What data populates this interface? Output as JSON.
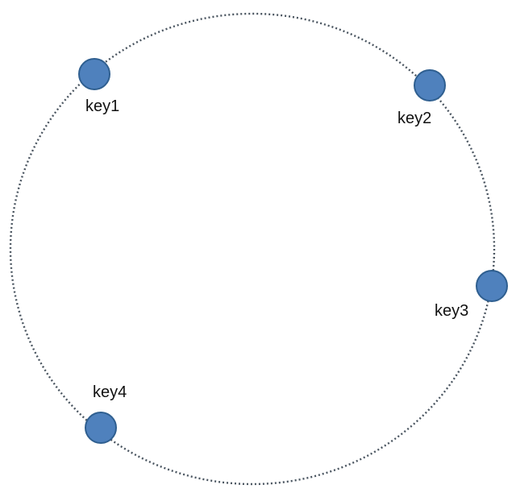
{
  "colors": {
    "node_fill": "#4f81bd",
    "node_stroke": "#2f5f90",
    "ring": "#4a5560",
    "label": "#111111"
  },
  "nodes": [
    {
      "label": "key1"
    },
    {
      "label": "key2"
    },
    {
      "label": "key3"
    },
    {
      "label": "key4"
    }
  ]
}
